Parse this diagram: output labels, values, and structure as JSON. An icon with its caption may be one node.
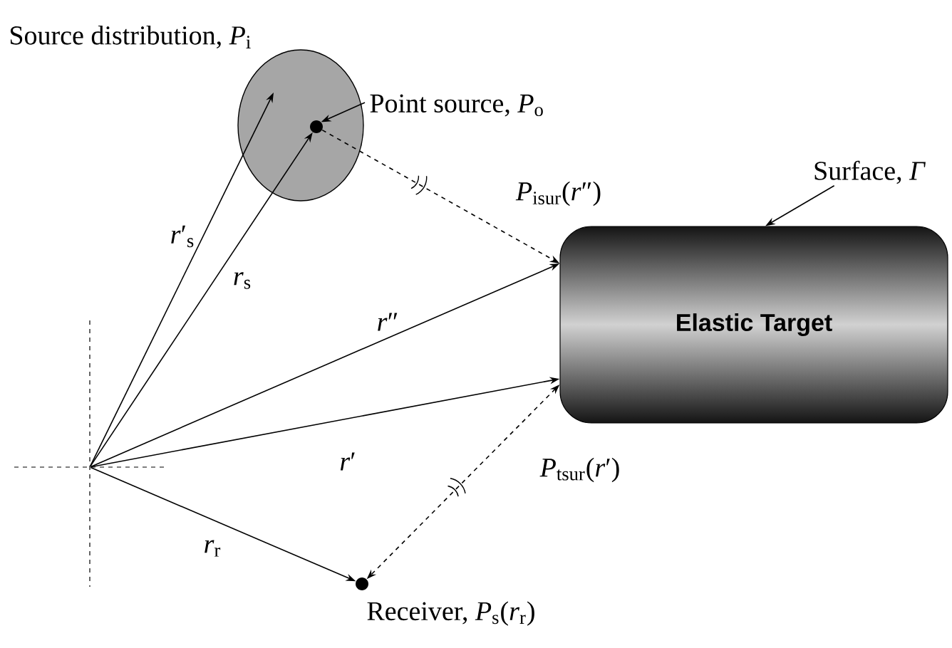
{
  "diagram": {
    "nodes": [
      {
        "text": [],
        "shape": "cross"
      },
      {
        "text": [
          "Source distribution, *P*$_{i}$"
        ]
      },
      {
        "text": [],
        "shape": "circle",
        "in": 1
      },
      {
        "text": [
          "Point source, *P*$_{o}$"
        ]
      },
      {
        "text": [
          "Elastic Target"
        ]
      },
      {
        "text": [
          "Surface, *Γ*"
        ]
      },
      {
        "text": [],
        "shape": "circle",
        "beside": [
          "Receiver, *P*$_{s}$(*r*$_{r}$)"
        ]
      }
    ],
    "edges": [
      {
        "from": 0,
        "to": 1,
        "arrow": "to",
        "label": "*r*′$_{s}$"
      },
      {
        "from": 0,
        "to": 2,
        "arrow": "to",
        "label": "*r*$_{s}$"
      },
      {
        "from": 3,
        "to": 2,
        "arrow": "to"
      },
      {
        "from": 5,
        "to": 4,
        "arrow": "to"
      },
      {
        "from": 2,
        "to": 4,
        "arrow": "to",
        "style": "dashed",
        "label": "*P*$_{isur}$(*r*″)"
      },
      {
        "from": 0,
        "to": 4,
        "arrow": "to",
        "label": "*r*″"
      },
      {
        "from": 0,
        "to": 4,
        "arrow": "to",
        "label": "*r*′"
      },
      {
        "from": 4,
        "to": 6,
        "arrow": "both",
        "style": "dashed",
        "label": "*P*$_{tsur}$(*r*′)"
      },
      {
        "from": 0,
        "to": 6,
        "arrow": "to",
        "label": "*r*$_{r}$"
      }
    ]
  }
}
